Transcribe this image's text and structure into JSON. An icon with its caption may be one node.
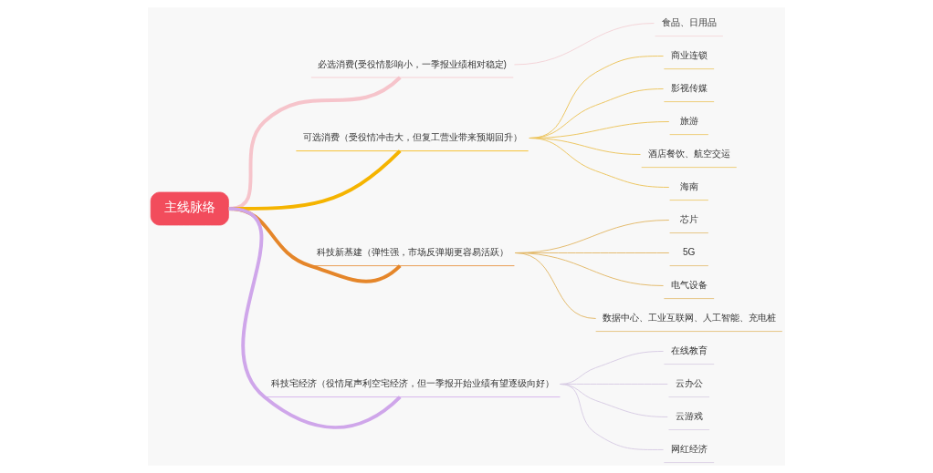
{
  "diagram": {
    "nodes": [
      {
        "text": [
          "主线脉络"
        ]
      },
      {
        "text": [
          "必选消费(受役情影响小，一季报业绩相对稳定)"
        ]
      },
      {
        "text": [
          "食品、日用品"
        ]
      },
      {
        "text": [
          "可选消费（受役情冲击大，但复工营业带来预期回升）"
        ]
      },
      {
        "text": [
          "商业连锁"
        ]
      },
      {
        "text": [
          "影视传媒"
        ]
      },
      {
        "text": [
          "旅游"
        ]
      },
      {
        "text": [
          "酒店餐饮、航空交运"
        ]
      },
      {
        "text": [
          "海南"
        ]
      },
      {
        "text": [
          "科技新基建（弹性强，市场反弹期更容易活跃）"
        ]
      },
      {
        "text": [
          "芯片"
        ]
      },
      {
        "text": [
          "5G"
        ]
      },
      {
        "text": [
          "电气设备"
        ]
      },
      {
        "text": [
          "数据中心、工业互联网、人工智能、充电桩"
        ]
      },
      {
        "text": [
          "科技宅经济（役情尾声利空宅经济，但一季报开始业绩有望逐级向好）"
        ]
      },
      {
        "text": [
          "在线教育"
        ]
      },
      {
        "text": [
          "云办公"
        ]
      },
      {
        "text": [
          "云游戏"
        ]
      },
      {
        "text": [
          "网红经济"
        ]
      }
    ],
    "edges": [
      {
        "from": 0,
        "to": 1,
        "arrow": "none",
        "style": "thick",
        "color": "#f6c4cb"
      },
      {
        "from": 1,
        "to": 2,
        "arrow": "none",
        "color": "#f3d2d6"
      },
      {
        "from": 0,
        "to": 3,
        "arrow": "none",
        "style": "thick",
        "color": "#f5b400"
      },
      {
        "from": 3,
        "to": 4,
        "arrow": "none",
        "color": "#ecc35a"
      },
      {
        "from": 3,
        "to": 5,
        "arrow": "none",
        "color": "#ecc35a"
      },
      {
        "from": 3,
        "to": 6,
        "arrow": "none",
        "color": "#ecc35a"
      },
      {
        "from": 3,
        "to": 7,
        "arrow": "none",
        "color": "#ecc35a"
      },
      {
        "from": 3,
        "to": 8,
        "arrow": "none",
        "color": "#ecc35a"
      },
      {
        "from": 0,
        "to": 9,
        "arrow": "none",
        "style": "thick",
        "color": "#e5862a"
      },
      {
        "from": 9,
        "to": 10,
        "arrow": "none",
        "color": "#e2b866"
      },
      {
        "from": 9,
        "to": 11,
        "arrow": "none",
        "color": "#e2b866"
      },
      {
        "from": 9,
        "to": 12,
        "arrow": "none",
        "color": "#e2b866"
      },
      {
        "from": 9,
        "to": 13,
        "arrow": "none",
        "color": "#e2b866"
      },
      {
        "from": 0,
        "to": 14,
        "arrow": "none",
        "style": "thick",
        "color": "#cfa6ea"
      },
      {
        "from": 14,
        "to": 15,
        "arrow": "none",
        "color": "#d6cbe3"
      },
      {
        "from": 14,
        "to": 16,
        "arrow": "none",
        "color": "#d6cbe3"
      },
      {
        "from": 14,
        "to": 17,
        "arrow": "none",
        "color": "#d6cbe3"
      },
      {
        "from": 14,
        "to": 18,
        "arrow": "none",
        "color": "#d6cbe3"
      }
    ]
  }
}
